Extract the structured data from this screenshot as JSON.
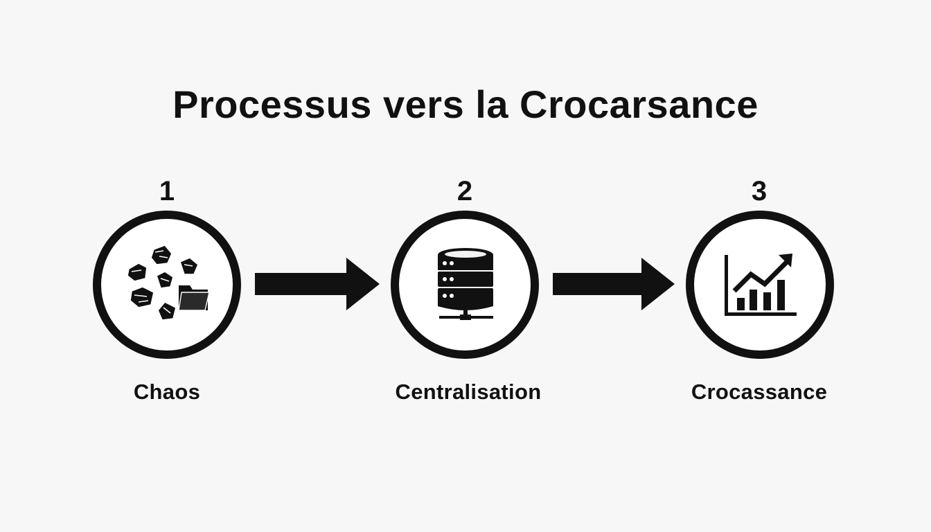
{
  "title": "Processus vers la Crocarsance",
  "steps": [
    {
      "number": "1",
      "label": "Chaos",
      "icon": "scattered-documents-folder-icon"
    },
    {
      "number": "2",
      "label": "Centralisation",
      "icon": "database-server-icon"
    },
    {
      "number": "3",
      "label": "Crocassance",
      "icon": "growth-chart-icon"
    }
  ],
  "colors": {
    "ink": "#111111",
    "background": "#f7f7f7"
  }
}
